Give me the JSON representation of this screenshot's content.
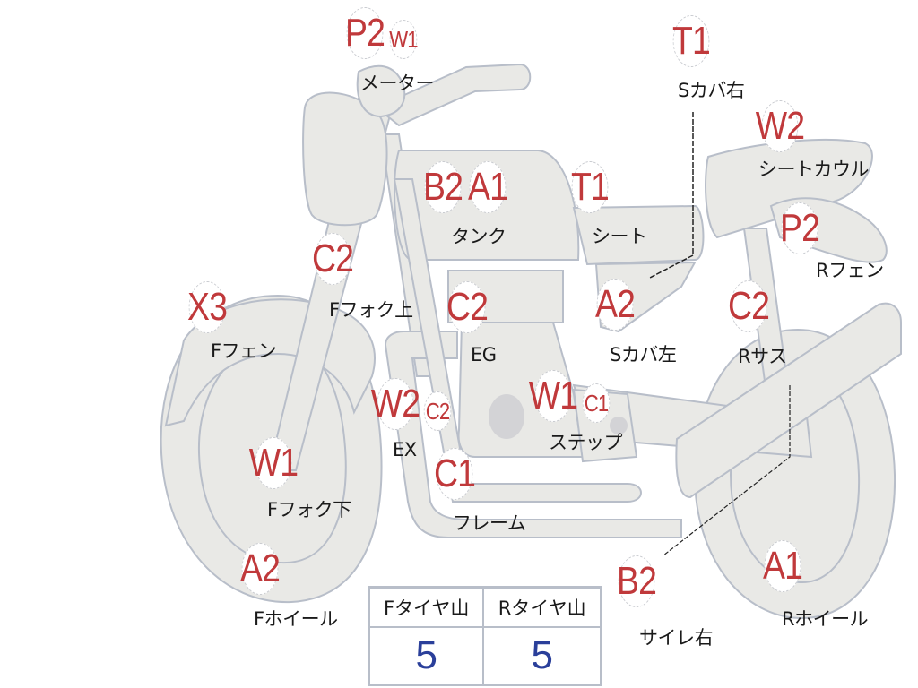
{
  "diagram": {
    "type": "motorcycle-inspection-map",
    "colors": {
      "grade_text": "#c0393b",
      "label_text": "#1a1a1a",
      "part_fill": "#e9e9e6",
      "part_stroke": "#b8bec9",
      "tire_value": "#2a3f9a"
    },
    "parts": [
      {
        "id": "meter",
        "label": "メーター",
        "grades": [
          "P2",
          "W1"
        ]
      },
      {
        "id": "s-cover-right",
        "label": "Sカバ右",
        "grades": [
          "T1"
        ]
      },
      {
        "id": "seat-cowl",
        "label": "シートカウル",
        "grades": [
          "W2"
        ]
      },
      {
        "id": "tank",
        "label": "タンク",
        "grades": [
          "B2",
          "A1"
        ]
      },
      {
        "id": "seat",
        "label": "シート",
        "grades": [
          "T1"
        ]
      },
      {
        "id": "r-fender",
        "label": "Rフェン",
        "grades": [
          "P2"
        ]
      },
      {
        "id": "f-fork-upper",
        "label": "Fフォク上",
        "grades": [
          "C2"
        ]
      },
      {
        "id": "f-fender",
        "label": "Fフェン",
        "grades": [
          "X3"
        ]
      },
      {
        "id": "engine",
        "label": "EG",
        "grades": [
          "C2"
        ]
      },
      {
        "id": "s-cover-left",
        "label": "Sカバ左",
        "grades": [
          "A2"
        ]
      },
      {
        "id": "r-suspension",
        "label": "Rサス",
        "grades": [
          "C2"
        ]
      },
      {
        "id": "exhaust",
        "label": "EX",
        "grades": [
          "W2",
          "C2"
        ]
      },
      {
        "id": "step",
        "label": "ステップ",
        "grades": [
          "W1",
          "C1"
        ]
      },
      {
        "id": "frame",
        "label": "フレーム",
        "grades": [
          "C1"
        ]
      },
      {
        "id": "f-fork-lower",
        "label": "Fフォク下",
        "grades": [
          "W1"
        ]
      },
      {
        "id": "f-wheel",
        "label": "Fホイール",
        "grades": [
          "A2"
        ]
      },
      {
        "id": "silencer-right",
        "label": "サイレ右",
        "grades": [
          "B2"
        ]
      },
      {
        "id": "r-wheel",
        "label": "Rホイール",
        "grades": [
          "A1"
        ]
      }
    ],
    "tire_table": {
      "headers": [
        "Fタイヤ山",
        "Rタイヤ山"
      ],
      "values": [
        "5",
        "5"
      ]
    }
  }
}
